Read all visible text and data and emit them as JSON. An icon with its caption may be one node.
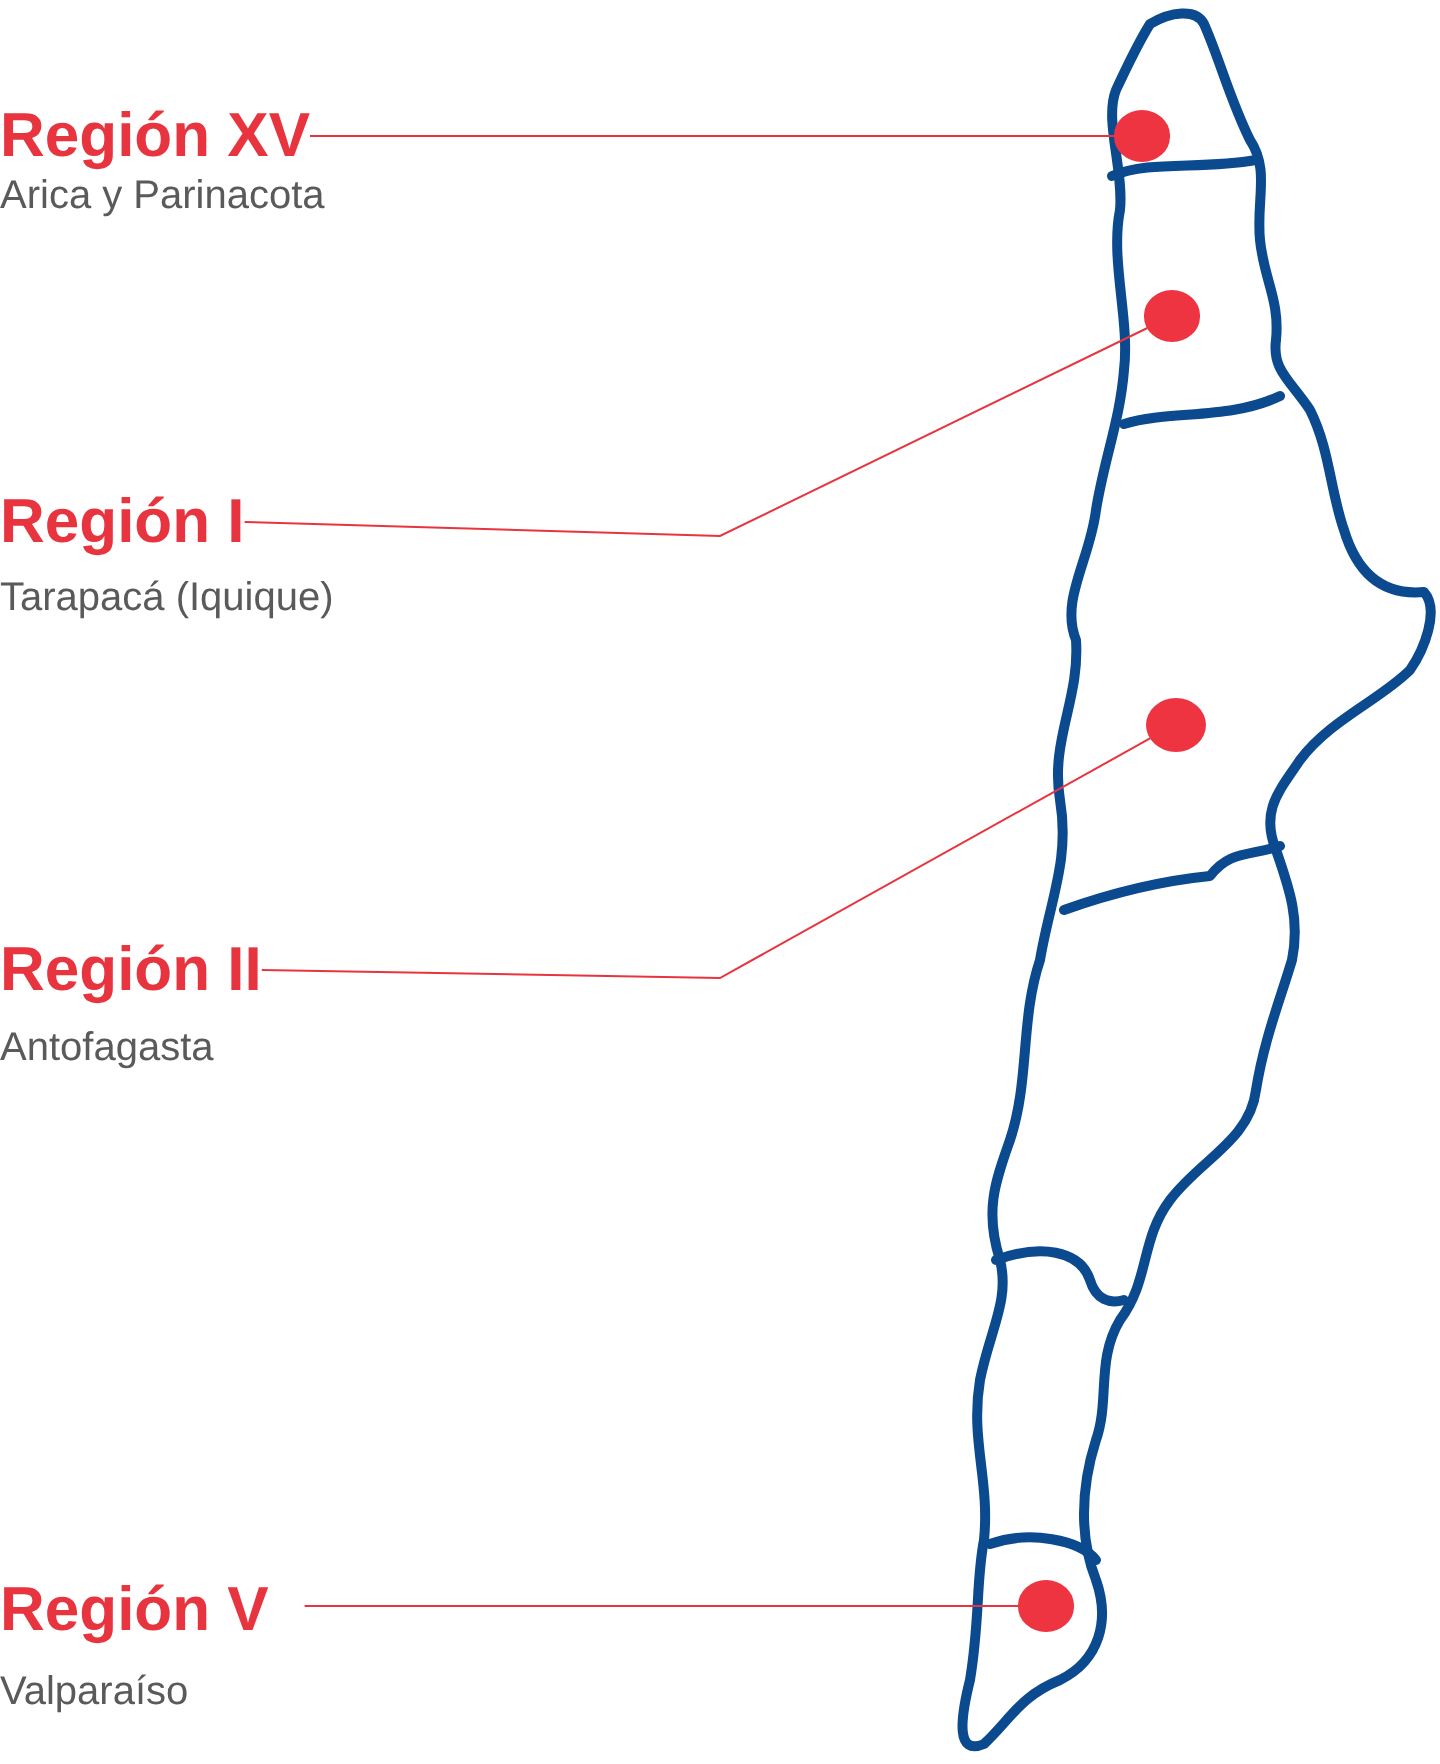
{
  "diagram": {
    "nodes": [
      {
        "text": [
          "Región XV"
        ],
        "beside": [
          "Arica y Parinacota"
        ]
      },
      {
        "text": [],
        "shape": "circle"
      },
      {
        "text": [
          "Región I"
        ],
        "beside": [
          "Tarapacá (Iquique)"
        ]
      },
      {
        "text": [],
        "shape": "circle"
      },
      {
        "text": [
          "Región II"
        ],
        "beside": [
          "Antofagasta"
        ]
      },
      {
        "text": [],
        "shape": "circle"
      },
      {
        "text": [
          "Región V"
        ],
        "beside": [
          "Valparaíso"
        ]
      },
      {
        "text": [],
        "shape": "circle"
      }
    ],
    "edges": [
      {
        "from": 0,
        "to": 1,
        "arrow": "none"
      },
      {
        "from": 2,
        "to": 3,
        "arrow": "none"
      },
      {
        "from": 4,
        "to": 5,
        "arrow": "none"
      },
      {
        "from": 6,
        "to": 7,
        "arrow": "none"
      }
    ]
  }
}
